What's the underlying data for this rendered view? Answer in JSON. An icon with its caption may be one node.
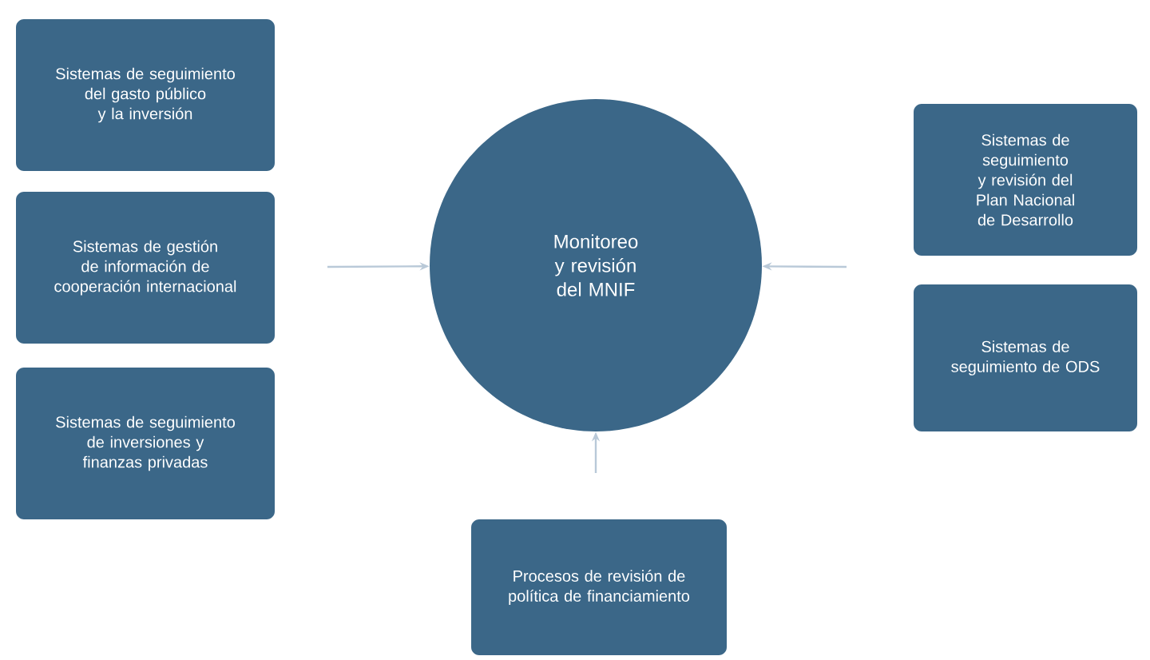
{
  "diagram": {
    "nodes": [
      {
        "text": [
          "Sistemas de seguimiento del gasto público y la inversión"
        ]
      },
      {
        "text": [
          "Sistemas de gestión de información de cooperación internacional"
        ]
      },
      {
        "text": [
          "Sistemas de seguimiento de inversiones y finanzas privadas"
        ]
      },
      {
        "text": [
          "Monitoreo y revisión del MNIF"
        ]
      },
      {
        "text": [
          "Sistemas de seguimiento y revisión del Plan Nacional de Desarrollo"
        ]
      },
      {
        "text": [
          "Sistemas de seguimiento de ODS"
        ]
      },
      {
        "text": [
          "Procesos de revisión de política de financiamiento"
        ]
      }
    ],
    "edges": [
      {
        "from": null,
        "to": 3,
        "arrow": "to"
      },
      {
        "from": null,
        "to": 3,
        "arrow": "to"
      },
      {
        "from": null,
        "to": 3,
        "arrow": "to"
      }
    ]
  }
}
